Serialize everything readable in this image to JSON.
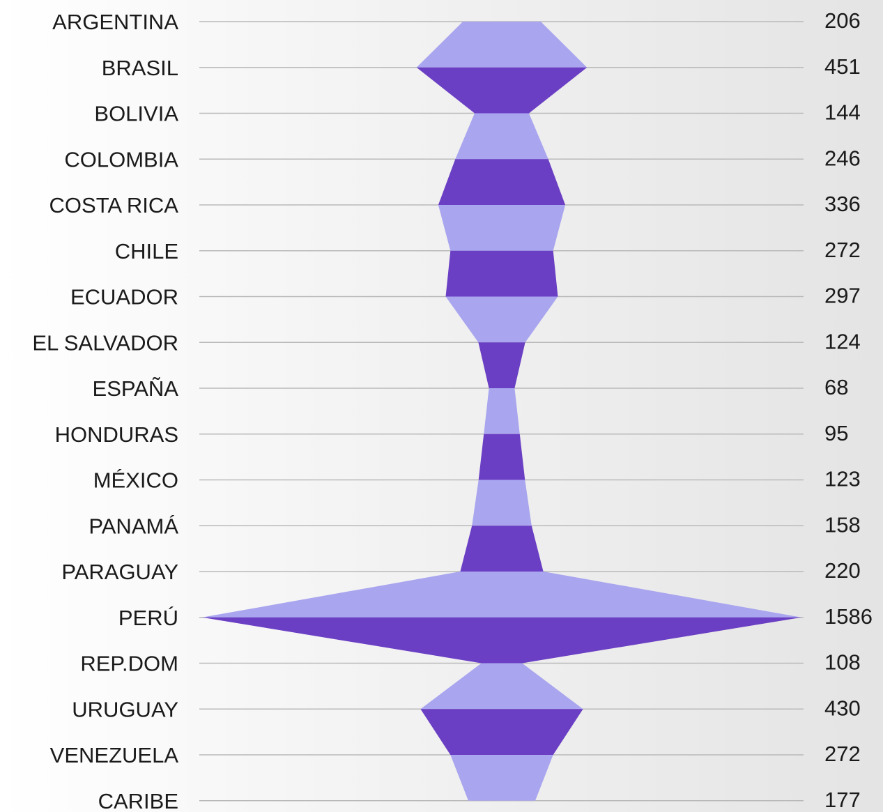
{
  "chart_data": {
    "type": "area",
    "orientation": "vertical-symmetric",
    "categories": [
      "ARGENTINA",
      "BRASIL",
      "BOLIVIA",
      "COLOMBIA",
      "COSTA RICA",
      "CHILE",
      "ECUADOR",
      "EL SALVADOR",
      "ESPAÑA",
      "HONDURAS",
      "MÉXICO",
      "PANAMÁ",
      "PARAGUAY",
      "PERÚ",
      "REP.DOM",
      "URUGUAY",
      "VENEZUELA",
      "CARIBE"
    ],
    "values": [
      206,
      451,
      144,
      246,
      336,
      272,
      297,
      124,
      68,
      95,
      123,
      158,
      220,
      1586,
      108,
      430,
      272,
      177
    ],
    "value_labels": [
      "206",
      "451",
      "144",
      "246",
      "336",
      "272",
      "297",
      "124",
      "68",
      "95",
      "123",
      "158",
      "220",
      "1586",
      "108",
      "430",
      "272",
      "177"
    ],
    "colors": {
      "light": "#a9a5ef",
      "dark": "#6b3fc4"
    },
    "grid": true,
    "legend": "none"
  }
}
